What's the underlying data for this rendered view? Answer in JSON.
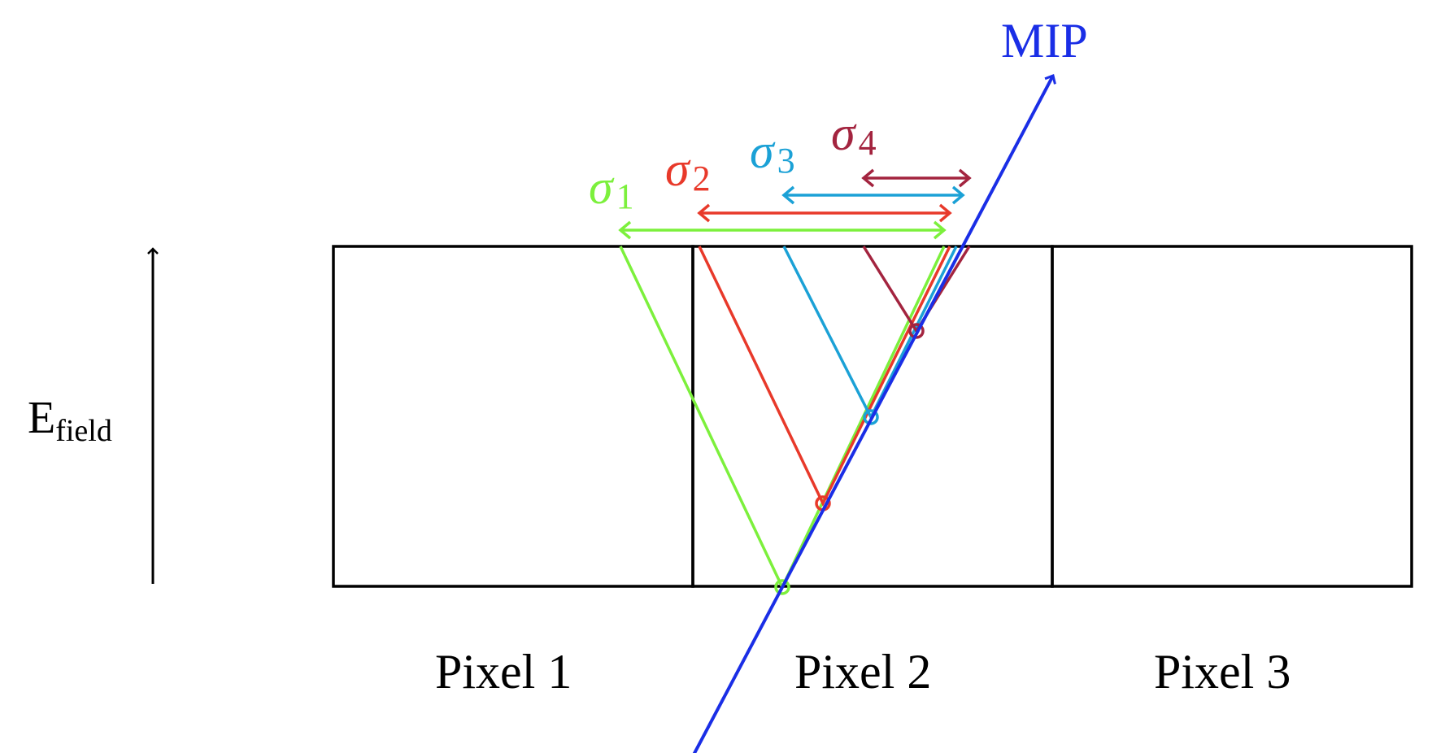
{
  "pixels": [
    {
      "label": "Pixel 1"
    },
    {
      "label": "Pixel 2"
    },
    {
      "label": "Pixel 3"
    }
  ],
  "efield": {
    "main": "E",
    "subscript": "field"
  },
  "track": {
    "label": "MIP",
    "color": "#1a2ee6"
  },
  "sigmas": [
    {
      "symbol": "σ",
      "index": "1",
      "color": "#7cf03c"
    },
    {
      "symbol": "σ",
      "index": "2",
      "color": "#e8392a"
    },
    {
      "symbol": "σ",
      "index": "3",
      "color": "#1ba1d6"
    },
    {
      "symbol": "σ",
      "index": "4",
      "color": "#a3243f"
    }
  ],
  "colors": {
    "outline": "#000000",
    "background": "#ffffff"
  }
}
